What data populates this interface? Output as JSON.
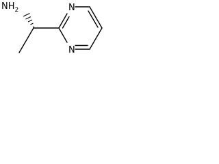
{
  "molecule": {
    "atoms": {
      "amine": "NH",
      "amine_subscript": "2",
      "ring_n_top": "N",
      "ring_n_bottom": "N"
    },
    "colors": {
      "bond": "#000000",
      "label": "#000000",
      "background": "#ffffff"
    }
  }
}
